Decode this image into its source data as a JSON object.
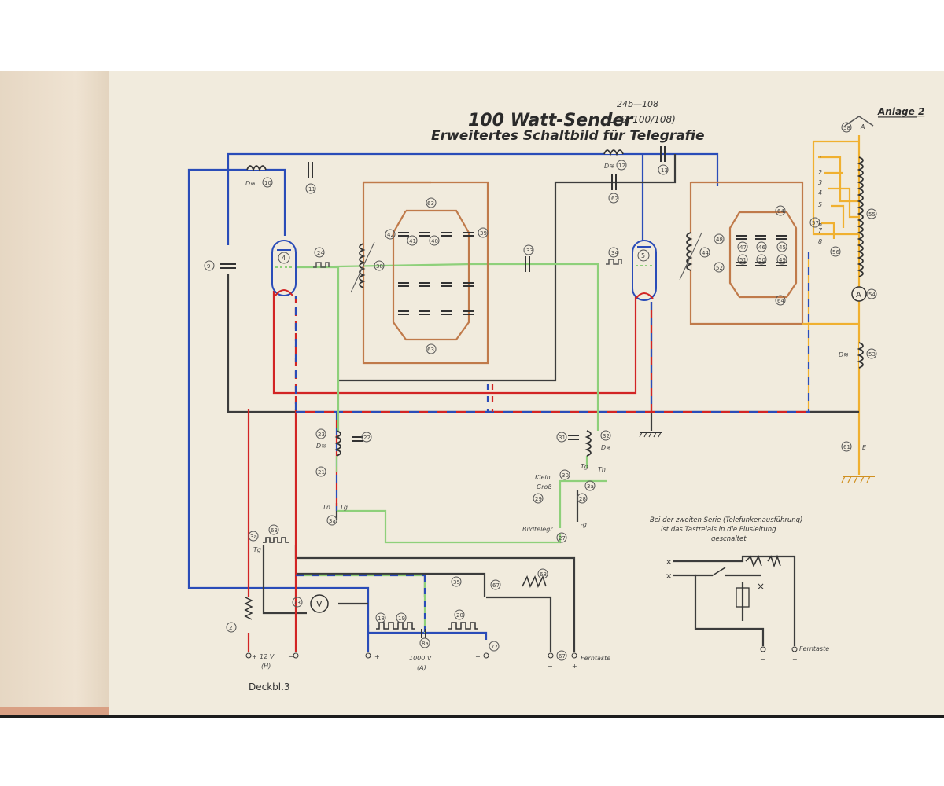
{
  "title": {
    "main": "100 Watt-Sender",
    "code": "24b—108",
    "model": "(L. S. 100/108)",
    "subtitle": "Erweitertes Schaltbild für Telegrafie",
    "annex": "Anlage 2"
  },
  "footer": {
    "sheet_id": "Deckbl.3"
  },
  "note": {
    "line1": "Bei der zweiten Serie (Telefunkenausführung)",
    "line2": "ist das Tastrelais in die Plusleitung",
    "line3": "geschaltet"
  },
  "terminals": {
    "v12": "12 V",
    "v12_sub": "(H)",
    "v1000": "1000 V",
    "v1000_sub": "(A)",
    "plus1": "+",
    "minus1": "−",
    "plus2": "+",
    "minus2": "−",
    "ferntaste": "Ferntaste",
    "ferntaste2": "Ferntaste",
    "minus3": "−",
    "plus3": "+",
    "minus4": "−",
    "plus4": "+"
  },
  "switch_labels": {
    "klein": "Klein",
    "gross": "Groß",
    "bildtelegr": "Bildtelegr.",
    "tn1": "Tn",
    "tg1": "Tg",
    "tn2": "Tn",
    "tg2": "Tg",
    "tg3": "Tg",
    "g": "-g",
    "antenna_a": "A",
    "earth_e": "E",
    "ammeter": "A",
    "voltmeter": "V"
  },
  "components": {
    "c9": "9",
    "c10": "10",
    "c11": "11",
    "c4": "4",
    "c24": "24",
    "c38": "38",
    "c12": "12",
    "c13": "13",
    "c62": "62",
    "c33": "33",
    "c34": "34",
    "c5": "5",
    "c44": "44",
    "c58": "58",
    "c55": "55",
    "c57": "57",
    "c56": "56",
    "c54": "54",
    "c53": "53",
    "c61": "61",
    "c23": "23",
    "c22": "22",
    "c21": "21",
    "c31": "31",
    "c32": "32",
    "c30": "30",
    "c29": "29",
    "c28": "28",
    "c27": "27",
    "c63": "63",
    "c2": "2",
    "c73": "73",
    "c18": "18",
    "c19": "19",
    "c20": "20",
    "c8a": "8a",
    "c77": "77",
    "c67": "67",
    "c35": "35",
    "c68": "68",
    "c3a": "3a",
    "c3b": "3a",
    "c3c": "3a",
    "c42": "42",
    "c41": "41",
    "c40": "40",
    "c39": "39",
    "c63a": "63",
    "c48": "48",
    "c47": "47",
    "c46": "46",
    "c45": "45",
    "c52": "52",
    "c51": "51",
    "c50": "50",
    "c49": "49",
    "c64": "64",
    "dz": "D≋",
    "taps": [
      "1",
      "2",
      "3",
      "4",
      "5",
      "6",
      "7",
      "8"
    ]
  },
  "colors": {
    "paper": "#f1ebdd",
    "ground_wire": "#3c3c3c",
    "anode_wire": "#2a4cb8",
    "heater_wire": "#d22424",
    "grid_wire": "#8ed07a",
    "antenna_wire": "#f0b030",
    "tank_wire": "#c07a4a"
  }
}
